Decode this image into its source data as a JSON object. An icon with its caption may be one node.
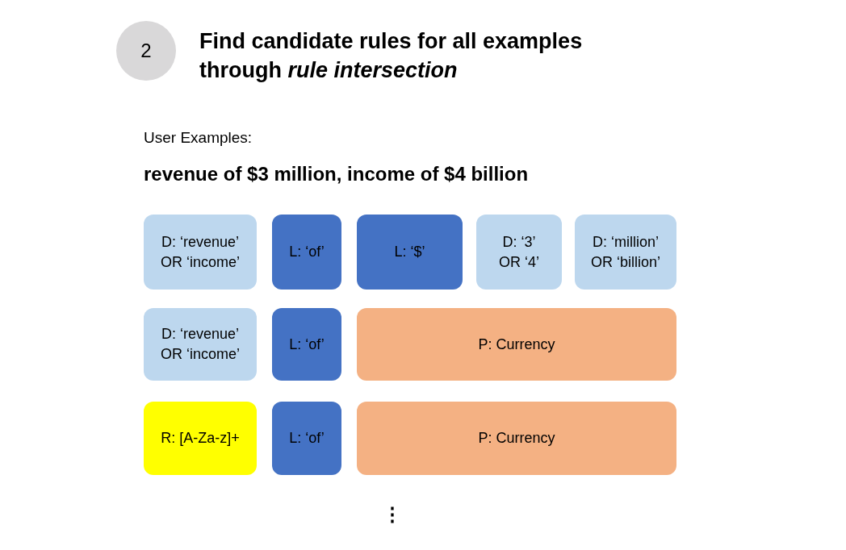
{
  "diagram": {
    "title": "Find candidate rules for all examples through *rule intersection*",
    "nodes": [
      {
        "text": [
          "2"
        ]
      },
      {
        "text": [
          "D: ‘revenue’ OR ‘income’"
        ]
      },
      {
        "text": [
          "L: ‘of’"
        ]
      },
      {
        "text": [
          "L: ‘$’"
        ]
      },
      {
        "text": [
          "D: ‘3’ OR ‘4’"
        ]
      },
      {
        "text": [
          "D: ‘million’ OR ‘billion’"
        ]
      },
      {
        "text": [
          "D: ‘revenue’ OR ‘income’"
        ]
      },
      {
        "text": [
          "L: ‘of’"
        ]
      },
      {
        "text": [
          "P: Currency"
        ]
      },
      {
        "text": [
          "R: [A-Za-z]+"
        ]
      },
      {
        "text": [
          "L: ‘of’"
        ]
      },
      {
        "text": [
          "P: Currency"
        ]
      }
    ],
    "labels": [
      "User Examples:",
      "revenue of $3 million, income of $4 billion",
      "⋮"
    ]
  }
}
